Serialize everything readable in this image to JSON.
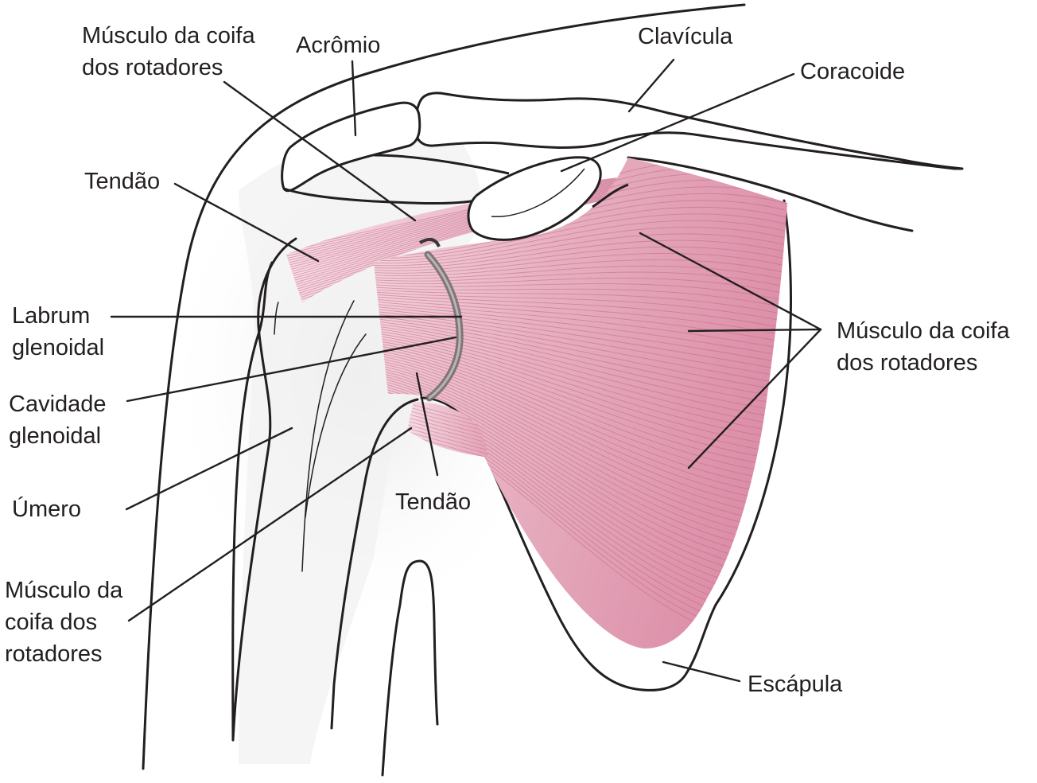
{
  "labels": {
    "rotator_top": [
      "Músculo da coifa",
      "dos rotadores"
    ],
    "acromion": "Acrômio",
    "clavicle": "Clavícula",
    "coracoid": "Coracoide",
    "tendon_upper": "Tendão",
    "labrum": [
      "Labrum",
      "glenoidal"
    ],
    "glenoid_cavity": [
      "Cavidade",
      "glenoidal"
    ],
    "humerus": "Úmero",
    "rotator_lower_left": [
      "Músculo da",
      "coifa dos",
      "rotadores"
    ],
    "tendon_lower": "Tendão",
    "rotator_right": [
      "Músculo da coifa",
      "dos rotadores"
    ],
    "scapula": "Escápula"
  },
  "colors": {
    "outline": "#231f20",
    "muscle": "#e3a3b7",
    "muscle_light": "#f1cfda",
    "muscle_fiber": "#c7708e",
    "shadow": "#e9e9e9",
    "labrum": "#6d6a6b"
  }
}
